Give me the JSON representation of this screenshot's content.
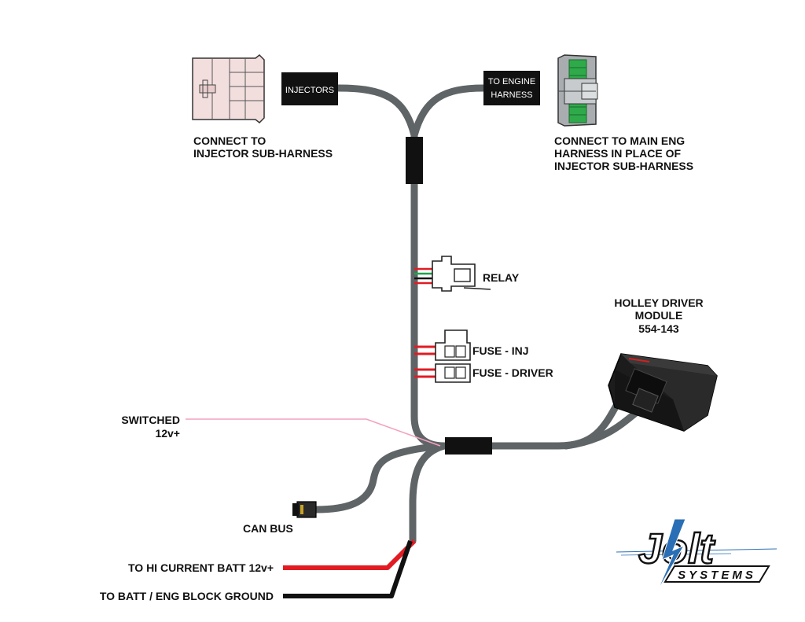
{
  "labels": {
    "injectors_tag": "INJECTORS",
    "engine_tag_line1": "TO ENGINE",
    "engine_tag_line2": "HARNESS",
    "connect_injector_line1": "CONNECT TO",
    "connect_injector_line2": "INJECTOR SUB-HARNESS",
    "connect_main_line1": "CONNECT TO MAIN ENG",
    "connect_main_line2": "HARNESS IN PLACE OF",
    "connect_main_line3": "INJECTOR SUB-HARNESS",
    "relay": "RELAY",
    "fuse_inj": "FUSE - INJ",
    "fuse_driver": "FUSE - DRIVER",
    "module_line1": "HOLLEY DRIVER",
    "module_line2": "MODULE",
    "module_line3": "554-143",
    "switched_line1": "SWITCHED",
    "switched_line2": "12v+",
    "can_bus": "CAN BUS",
    "hi_current": "TO HI CURRENT BATT 12v+",
    "ground": "TO BATT / ENG BLOCK GROUND"
  },
  "logo": {
    "word": "Jolt",
    "sub": "SYSTEMS"
  },
  "colors": {
    "harness": "#5f6466",
    "sleeve": "#111111",
    "power_wire": "#e21b23",
    "ground_wire": "#111111",
    "switched_wire": "#f4a0c0",
    "fuse_wire": "#e21b23",
    "relay_wire_green": "#1aa64a",
    "injector_plug": "#f3dede",
    "engine_plug_seal": "#2faa4a",
    "logo_blue": "#2a6fb5"
  }
}
